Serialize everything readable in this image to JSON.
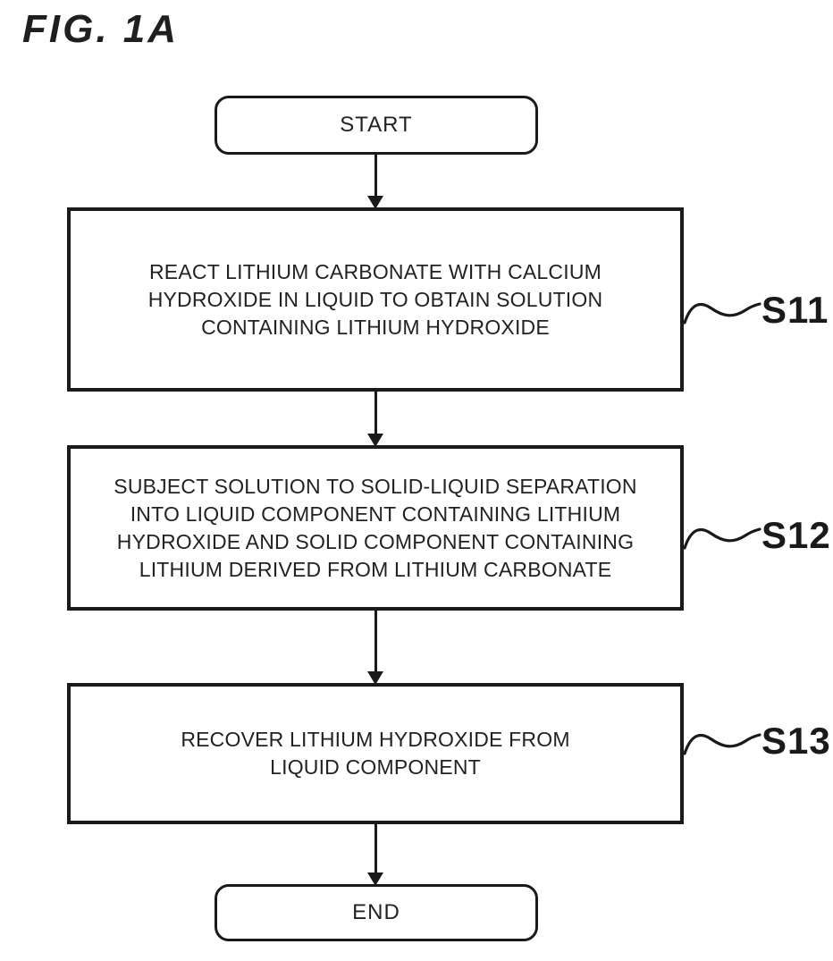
{
  "figure": {
    "title": "FIG. 1A"
  },
  "flowchart": {
    "start_label": "START",
    "end_label": "END",
    "steps": [
      {
        "label": "S11",
        "lines": [
          "REACT LITHIUM CARBONATE WITH CALCIUM",
          "HYDROXIDE IN LIQUID TO OBTAIN SOLUTION",
          "CONTAINING LITHIUM HYDROXIDE"
        ]
      },
      {
        "label": "S12",
        "lines": [
          "SUBJECT SOLUTION TO SOLID-LIQUID SEPARATION",
          "INTO LIQUID COMPONENT CONTAINING LITHIUM",
          "HYDROXIDE AND SOLID COMPONENT CONTAINING",
          "LITHIUM DERIVED FROM LITHIUM CARBONATE"
        ]
      },
      {
        "label": "S13",
        "lines": [
          "RECOVER LITHIUM HYDROXIDE FROM",
          "LIQUID COMPONENT"
        ]
      }
    ]
  },
  "colors": {
    "ink": "#1a1a1a",
    "background": "#ffffff"
  }
}
